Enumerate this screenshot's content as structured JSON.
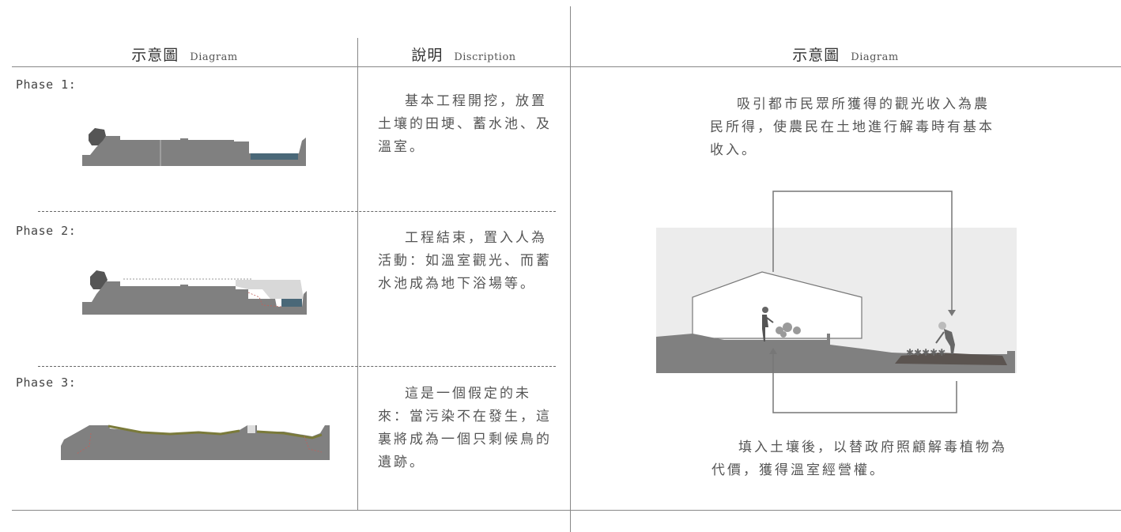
{
  "left_table": {
    "col1_header": {
      "zh": "示意圖",
      "en": "Diagram"
    },
    "col2_header": {
      "zh": "說明",
      "en": "Discription"
    },
    "phases": [
      {
        "label": "Phase 1:",
        "description": "基本工程開挖，放置土壤的田埂、蓄水池、及溫室。"
      },
      {
        "label": "Phase 2:",
        "description": "工程結束，置入人為活動：如溫室觀光、而蓄水池成為地下浴場等。"
      },
      {
        "label": "Phase 3:",
        "description": "這是一個假定的未來：當污染不在發生，這裏將成為一個只剩候鳥的遺跡。"
      }
    ]
  },
  "right_panel": {
    "header": {
      "zh": "示意圖",
      "en": "Diagram"
    },
    "top_text": "吸引都市民眾所獲得的觀光收入為農民所得，使農民在土地進行解毒時有基本收入。",
    "bottom_text": "填入土壤後，以替政府照顧解毒植物為代價，獲得溫室經營權。"
  },
  "colors": {
    "ground": "#808080",
    "water": "#4a6878",
    "lines": "#888888",
    "sky_band": "#ececec",
    "vegetation": "#7a7a3a"
  }
}
